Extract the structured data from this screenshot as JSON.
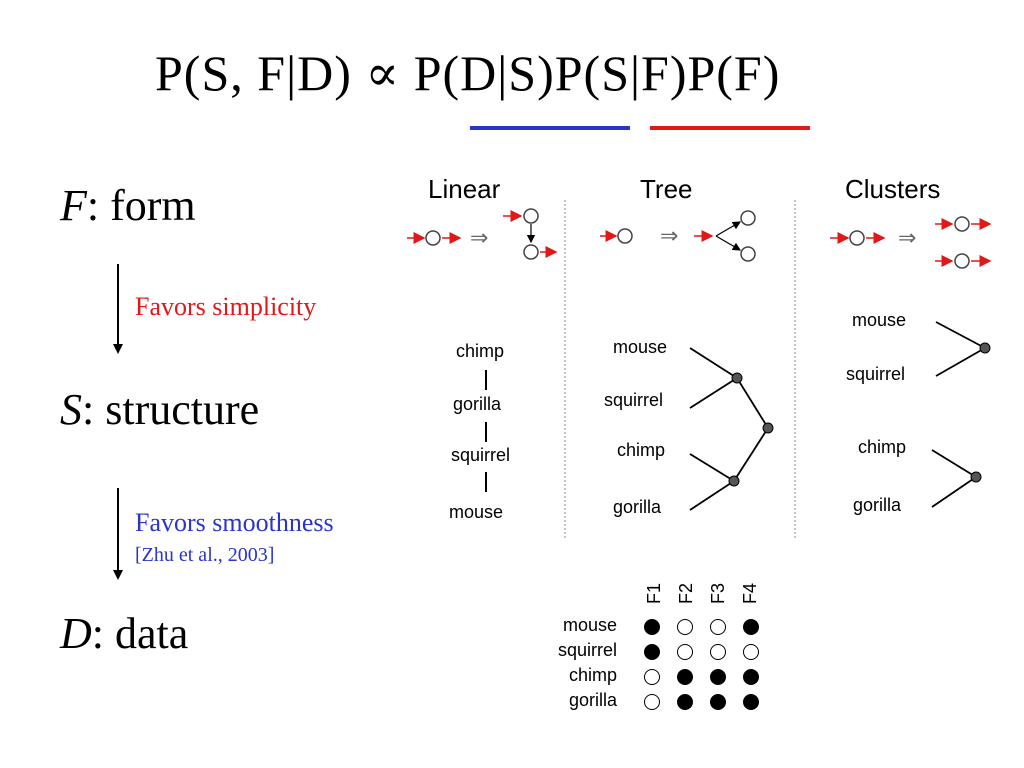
{
  "equation": {
    "lhs": "P(S, F|D)",
    "proportional": "∝",
    "term1": "P(D|S)",
    "term2": "P(S|F)",
    "term3": "P(F)"
  },
  "colors": {
    "likelihood_underline": "#2a35c8",
    "prior_underline": "#e01818",
    "favors_simplicity": "#e01818",
    "favors_smoothness": "#2a35c8",
    "node_fill": "#555555"
  },
  "levels": {
    "form": {
      "symbol": "F",
      "label": ": form"
    },
    "structure": {
      "symbol": "S",
      "label": ": structure"
    },
    "data": {
      "symbol": "D",
      "label": ": data"
    }
  },
  "annotations": {
    "simplicity": "Favors simplicity",
    "smoothness": "Favors smoothness",
    "citation": "[Zhu et al., 2003]"
  },
  "forms": {
    "linear": "Linear",
    "tree": "Tree",
    "clusters": "Clusters"
  },
  "structures": {
    "linear": [
      "chimp",
      "gorilla",
      "squirrel",
      "mouse"
    ],
    "tree": [
      "mouse",
      "squirrel",
      "chimp",
      "gorilla"
    ],
    "clusters": [
      "mouse",
      "squirrel",
      "chimp",
      "gorilla"
    ]
  },
  "features": {
    "columns": [
      "F1",
      "F2",
      "F3",
      "F4"
    ],
    "rows": [
      {
        "name": "mouse",
        "values": [
          1,
          0,
          0,
          1
        ]
      },
      {
        "name": "squirrel",
        "values": [
          1,
          0,
          0,
          0
        ]
      },
      {
        "name": "chimp",
        "values": [
          0,
          1,
          1,
          1
        ]
      },
      {
        "name": "gorilla",
        "values": [
          0,
          1,
          1,
          1
        ]
      }
    ]
  }
}
